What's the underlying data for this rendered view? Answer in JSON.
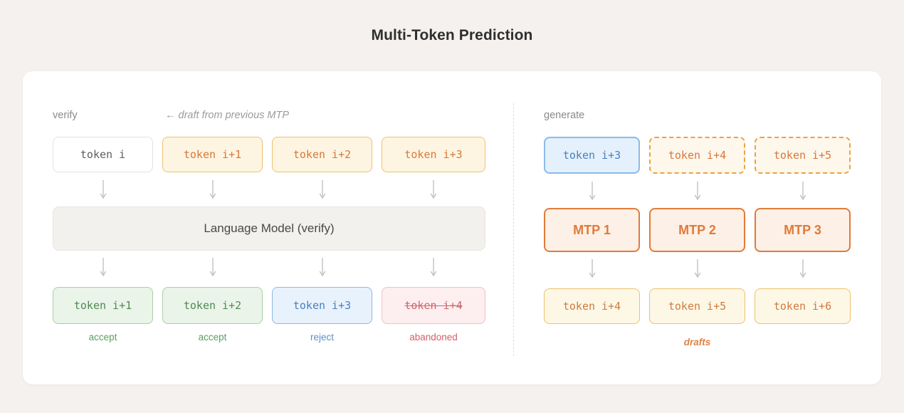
{
  "page": {
    "title": "Multi-Token Prediction",
    "background_color": "#f4f1ee",
    "card_color": "#ffffff"
  },
  "colors": {
    "amber": "#d9773a",
    "green": "#4e8a52",
    "blue": "#4a7fc1",
    "red": "#cc6670",
    "mtp_orange": "#e07b39",
    "muted": "#8a8a8a"
  },
  "left_panel": {
    "label": "verify",
    "draft_note": "← draft from previous MTP",
    "input_row": [
      {
        "text": "token i",
        "style": "plain"
      },
      {
        "text": "token i+1",
        "style": "amber"
      },
      {
        "text": "token i+2",
        "style": "amber"
      },
      {
        "text": "token i+3",
        "style": "amber"
      }
    ],
    "model_box": "Language Model (verify)",
    "output_row": [
      {
        "text": "token i+1",
        "style": "green",
        "caption": "accept"
      },
      {
        "text": "token i+2",
        "style": "green",
        "caption": "accept"
      },
      {
        "text": "token i+3",
        "style": "blue",
        "caption": "reject"
      },
      {
        "text": "token i+4",
        "style": "red",
        "caption": "abandoned"
      }
    ]
  },
  "right_panel": {
    "label": "generate",
    "input_row": [
      {
        "text": "token i+3",
        "style": "blue-strong"
      },
      {
        "text": "token i+4",
        "style": "dashed"
      },
      {
        "text": "token i+5",
        "style": "dashed"
      }
    ],
    "mtp_row": [
      {
        "text": "MTP 1"
      },
      {
        "text": "MTP 2"
      },
      {
        "text": "MTP 3"
      }
    ],
    "output_row": [
      {
        "text": "token i+4",
        "style": "amber2"
      },
      {
        "text": "token i+5",
        "style": "amber2"
      },
      {
        "text": "token i+6",
        "style": "amber2"
      }
    ],
    "footer_caption": "drafts"
  },
  "icons": {
    "arrow_down": "↓",
    "arrow_left": "←"
  }
}
